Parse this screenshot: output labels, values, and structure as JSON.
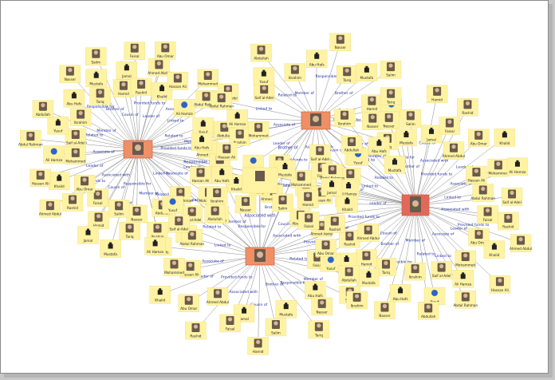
{
  "diagram": {
    "colors": {
      "background": "#ffffff",
      "hub_fill": "#f08f65",
      "hub_fill_main": "#e2695a",
      "leaf_fill": "#fff3a3",
      "photo_fill": "#6a5a4a",
      "edge_stroke": "#888888",
      "edge_label": "#1e2aa0",
      "node_label": "#222222",
      "marker_blue": "#2c64c8"
    },
    "hubs": [
      {
        "id": "hub-left",
        "label": ""
      },
      {
        "id": "hub-top",
        "label": ""
      },
      {
        "id": "hub-right",
        "label": ""
      },
      {
        "id": "hub-bottom",
        "label": ""
      },
      {
        "id": "hub-center",
        "label": ""
      }
    ],
    "nodes": [
      {
        "label": "Ahmed Abdul",
        "photo": true
      },
      {
        "label": "Abu Omar",
        "photo": true
      },
      {
        "label": "Khalid",
        "photo": false
      },
      {
        "label": "Hassan Ali",
        "photo": true
      },
      {
        "label": "Mohammed",
        "photo": true
      },
      {
        "label": "Ali Hamza",
        "photo": false
      },
      {
        "label": "Abdul Rahman",
        "photo": true
      },
      {
        "label": "Saif al-Adel",
        "photo": true
      },
      {
        "label": "Yusuf",
        "photo": false
      },
      {
        "label": "Abdullah",
        "photo": true
      },
      {
        "label": "Ibrahim",
        "photo": true
      },
      {
        "label": "Abu Hafs",
        "photo": false
      },
      {
        "label": "Nasser",
        "photo": true
      },
      {
        "label": "Tariq",
        "photo": true
      },
      {
        "label": "Mustafa",
        "photo": false
      },
      {
        "label": "Salim",
        "photo": true
      },
      {
        "label": "Hamid",
        "photo": true
      },
      {
        "label": "Jamal",
        "photo": false
      },
      {
        "label": "Faisal",
        "photo": true
      },
      {
        "label": "Rashid",
        "photo": true
      }
    ],
    "edge_labels": [
      "Provided funds to",
      "Leader of",
      "Associate of",
      "Linked to",
      "Related to",
      "Member of",
      "Responsible for",
      "Brother of",
      "Cousin of",
      "Associated with"
    ]
  }
}
